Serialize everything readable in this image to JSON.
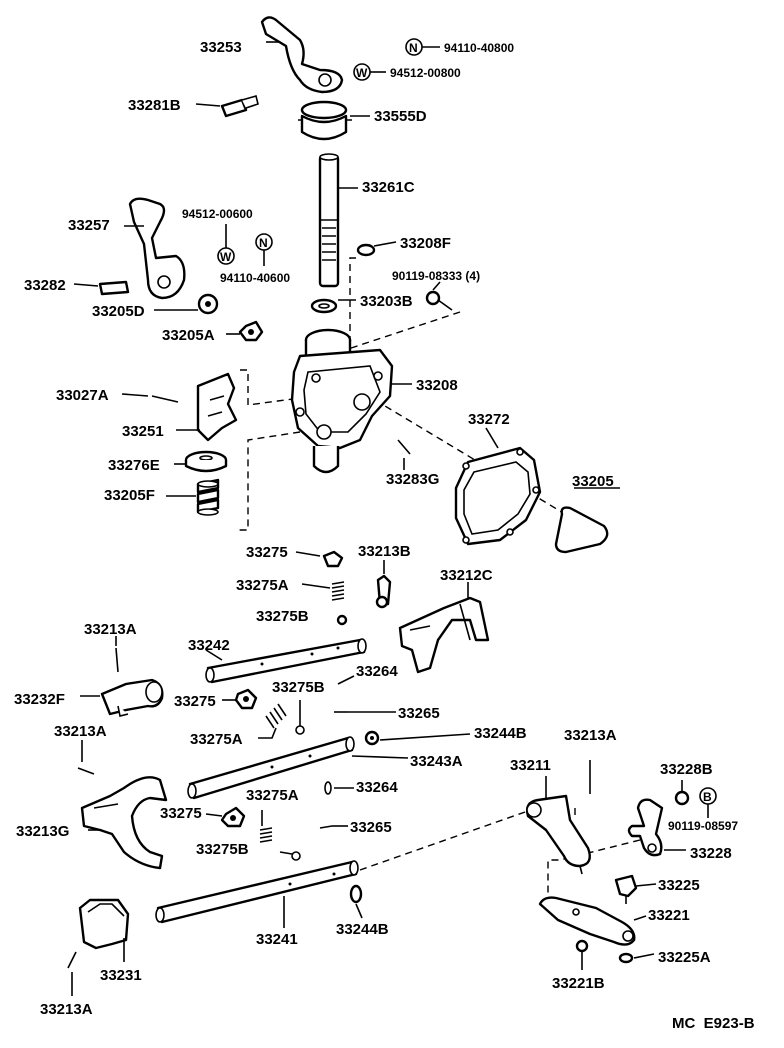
{
  "diagram": {
    "labels": {
      "p33253": "33253",
      "p94110_40800": "94110-40800",
      "p94512_00800": "94512-00800",
      "p33281B": "33281B",
      "p33555D": "33555D",
      "p33261C": "33261C",
      "p33257": "33257",
      "p94512_00600": "94512-00600",
      "p94110_40600": "94110-40600",
      "p33208F": "33208F",
      "p90119_08333": "90119-08333 (4)",
      "p33282": "33282",
      "p33205D": "33205D",
      "p33203B": "33203B",
      "p33205A": "33205A",
      "p33027A": "33027A",
      "p33208": "33208",
      "p33251": "33251",
      "p33272": "33272",
      "p33276E": "33276E",
      "p33283G": "33283G",
      "p33205F": "33205F",
      "p33205": "33205",
      "p33275_a": "33275",
      "p33213B": "33213B",
      "p33275A_a": "33275A",
      "p33212C": "33212C",
      "p33275B_a": "33275B",
      "p33213A_a": "33213A",
      "p33242": "33242",
      "p33275B_b": "33275B",
      "p33264_a": "33264",
      "p33232F": "33232F",
      "p33275_b": "33275",
      "p33265_a": "33265",
      "p33275A_b": "33275A",
      "p33244B_a": "33244B",
      "p33213A_b": "33213A",
      "p33243A": "33243A",
      "p33213A_c": "33213A",
      "p33211": "33211",
      "p33228B": "33228B",
      "p33275A_c": "33275A",
      "p33264_b": "33264",
      "p33275_c": "33275",
      "p33265_b": "33265",
      "p33213G": "33213G",
      "p90119_08597": "90119-08597",
      "p33275B_c": "33275B",
      "p33228": "33228",
      "p33225": "33225",
      "p33221": "33221",
      "p33241": "33241",
      "p33244B_b": "33244B",
      "p33231": "33231",
      "p33225A": "33225A",
      "p33221B": "33221B",
      "p33213A_d": "33213A"
    },
    "symbols": {
      "n": "N",
      "w": "W",
      "b": "B"
    },
    "footer": "MC  E923-B"
  }
}
